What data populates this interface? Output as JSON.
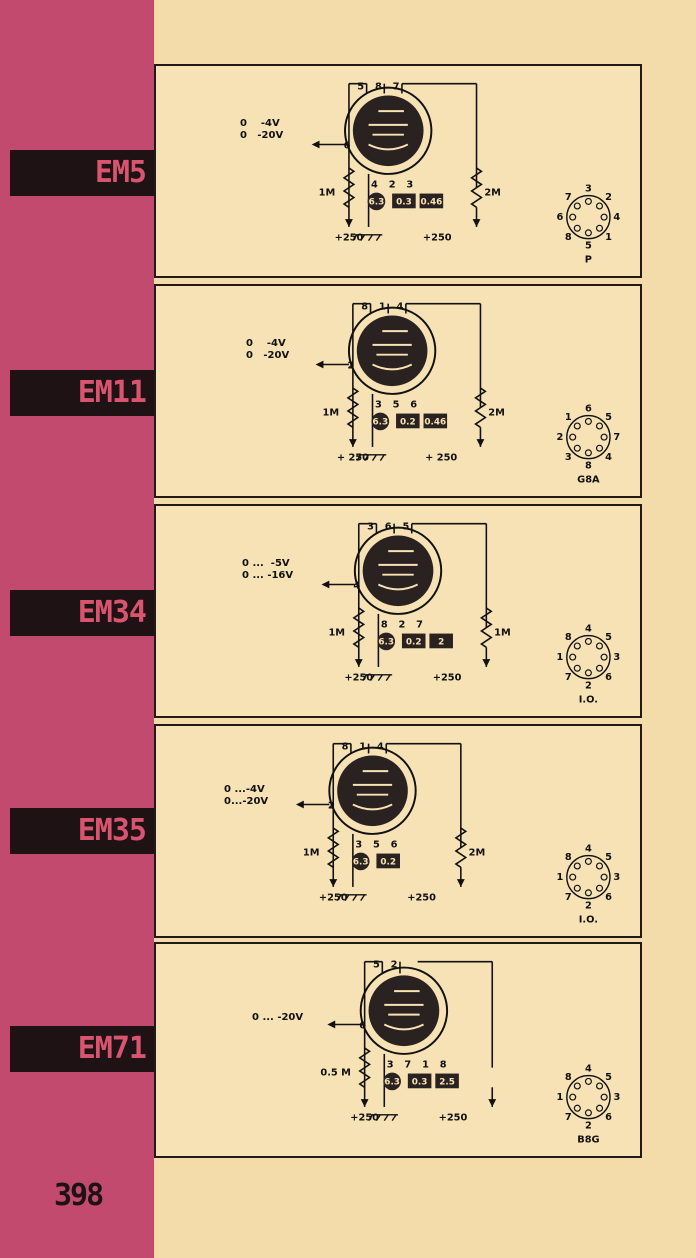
{
  "page_number": "398",
  "tubes": [
    {
      "name": "EM5",
      "bias": [
        "0    -4V",
        "0   -20V"
      ],
      "pins_top": [
        "5",
        "8",
        "7"
      ],
      "pin_grid": "6",
      "pin_bottom": [
        "4",
        "2",
        "3"
      ],
      "heater": [
        "6.3",
        "0.3",
        "0.46"
      ],
      "resistor_left": "1M",
      "resistor_right": "2M",
      "supply_left": "+250",
      "supply_right": "+250",
      "base_type": "P",
      "base_pins": [
        "3",
        "2",
        "4",
        "1",
        "5",
        "8",
        "6",
        "7"
      ]
    },
    {
      "name": "EM11",
      "bias": [
        "0    -4V",
        "0   -20V"
      ],
      "pins_top": [
        "8",
        "1",
        "4"
      ],
      "pin_grid": "2",
      "pin_bottom": [
        "3",
        "5",
        "6"
      ],
      "heater": [
        "6.3",
        "0.2",
        "0.46"
      ],
      "resistor_left": "1M",
      "resistor_right": "2M",
      "supply_left": "+ 250",
      "supply_right": "+ 250",
      "base_type": "G8A",
      "base_pins": [
        "6",
        "5",
        "7",
        "4",
        "8",
        "3",
        "2",
        "1"
      ]
    },
    {
      "name": "EM34",
      "bias": [
        "0 ...  -5V",
        "0 ... -16V"
      ],
      "pins_top": [
        "3",
        "6",
        "5"
      ],
      "pin_grid": "4",
      "pin_bottom": [
        "8",
        "2",
        "7"
      ],
      "heater": [
        "6.3",
        "0.2",
        "2"
      ],
      "resistor_left": "1M",
      "resistor_right": "1M",
      "supply_left": "+250",
      "supply_right": "+250",
      "base_type": "I.O.",
      "base_pins": [
        "4",
        "5",
        "3",
        "6",
        "2",
        "7",
        "1",
        "8"
      ]
    },
    {
      "name": "EM35",
      "bias": [
        "0 ...-4V",
        "0...-20V"
      ],
      "pins_top": [
        "8",
        "1",
        "4"
      ],
      "pin_grid": "2",
      "pin_bottom": [
        "3",
        "5",
        "6"
      ],
      "heater": [
        "6.3",
        "0.2"
      ],
      "resistor_left": "1M",
      "resistor_right": "2M",
      "supply_left": "+250",
      "supply_right": "+250",
      "base_type": "I.O.",
      "base_pins": [
        "4",
        "5",
        "3",
        "6",
        "2",
        "7",
        "1",
        "8"
      ]
    },
    {
      "name": "EM71",
      "bias": [
        "0 ... -20V"
      ],
      "pins_top": [
        "5",
        "2"
      ],
      "pin_grid": "6",
      "pin_bottom": [
        "3",
        "7",
        "1",
        "8"
      ],
      "heater": [
        "6.3",
        "0.3",
        "2.5"
      ],
      "resistor_left": "0.5 M",
      "resistor_right": "",
      "supply_left": "+250",
      "supply_right": "+250",
      "base_type": "B8G",
      "base_pins": [
        "4",
        "5",
        "3",
        "6",
        "2",
        "7",
        "1",
        "8"
      ]
    }
  ]
}
